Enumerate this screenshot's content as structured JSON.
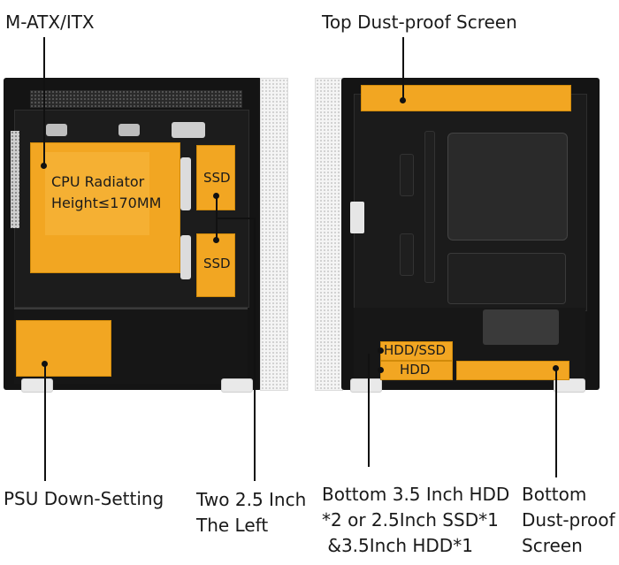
{
  "labels": {
    "form_factor": "M-ATX/ITX",
    "top_dust": "Top Dust-proof Screen",
    "cpu_radiator_line1": "CPU Radiator",
    "cpu_radiator_line2": "Height≤170MM",
    "ssd_top": "SSD",
    "ssd_bottom": "SSD",
    "hdd_ssd": "HDD/SSD",
    "hdd": "HDD",
    "psu": "PSU Down-Setting",
    "two_25_line1": "Two 2.5 Inch",
    "two_25_line2": "The Left",
    "bottom_hdd_line1": "Bottom 3.5 Inch HDD",
    "bottom_hdd_line2": "*2 or 2.5Inch SSD*1",
    "bottom_hdd_line3": " &3.5Inch HDD*1",
    "bottom_dust_line1": "Bottom",
    "bottom_dust_line2": "Dust-proof",
    "bottom_dust_line3": "Screen"
  },
  "colors": {
    "highlight": "#f2a622",
    "case_black": "#141414",
    "panel_white": "#f4f4f4"
  }
}
